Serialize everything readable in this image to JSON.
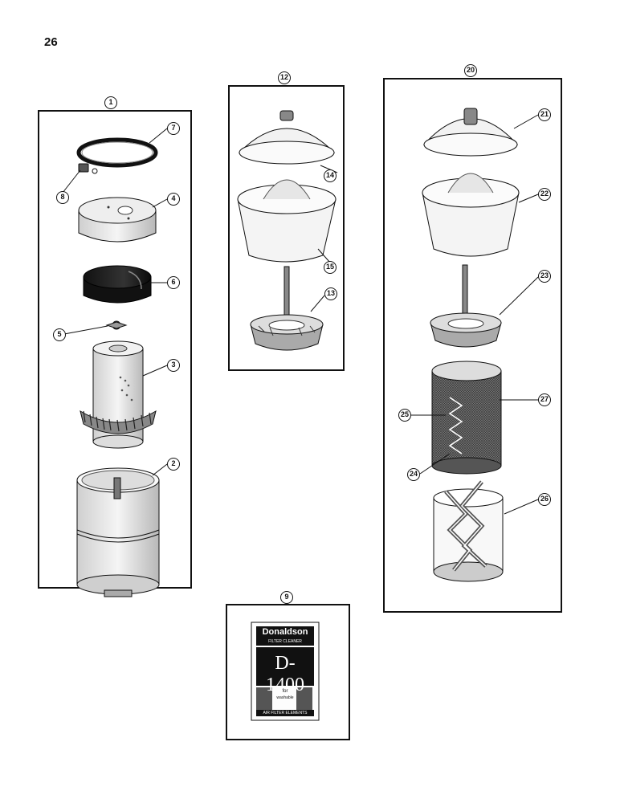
{
  "page": {
    "number": "26"
  },
  "callouts": {
    "c1": "1",
    "c2": "2",
    "c3": "3",
    "c4": "4",
    "c5": "5",
    "c6": "6",
    "c7": "7",
    "c8": "8",
    "c9": "9",
    "c12": "12",
    "c13": "13",
    "c14": "14",
    "c15": "15",
    "c20": "20",
    "c21": "21",
    "c22": "22",
    "c23": "23",
    "c24": "24",
    "c25": "25",
    "c26": "26",
    "c27": "27"
  },
  "can_label": {
    "brand": "Donaldson",
    "subtitle": "FILTER CLEANER",
    "model": "D-1400",
    "for_text": "for",
    "usage": "washable",
    "footer": "AIR FILTER ELEMENTS"
  }
}
